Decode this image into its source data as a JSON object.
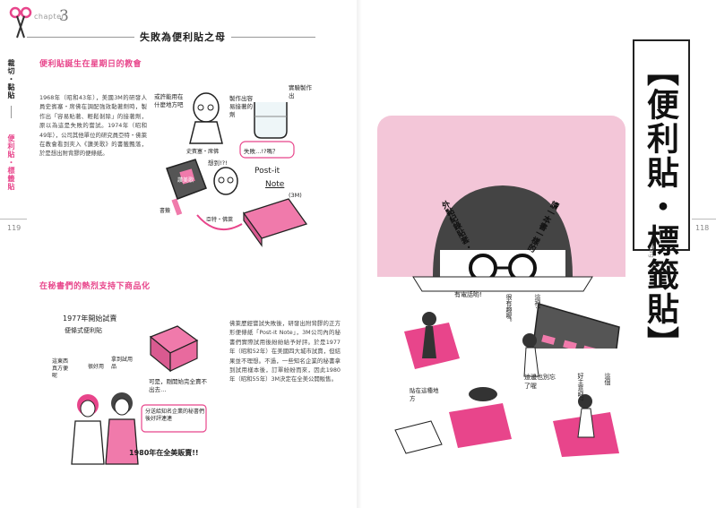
{
  "colors": {
    "accent": "#e8458b",
    "pink_light": "#f3c6d8",
    "pink_mid": "#f07aab",
    "text": "#333333"
  },
  "chapter": {
    "word": "chapter",
    "number": "3"
  },
  "heading": "失敗為便利貼之母",
  "left_side_tab": {
    "black": "裁切・黏貼",
    "pink": "便利貼・標籤貼"
  },
  "page_numbers": {
    "left": "119",
    "right": "118"
  },
  "section1": {
    "title": "便利貼誕生在星期日的教會",
    "body": "1968年（昭和43年），美國3M的研發人員史賓塞・席佛在調配強效黏著劑時，製作出「容易貼著、輕鬆剝除」的接著劑，原以為這是失敗的嘗試。1974年（昭和49年），公司其他單位的研究員亞特・佛萊在教會看到夾入《讚美歌》的書籤飄落，於是想出附背膠的便條紙。",
    "ill": {
      "maybe": "或許能用在什麼地方吧",
      "made": "製作出容易接著的劑",
      "made_by": "實驗製作出",
      "failure": "失敗…!?嗎？",
      "spencer": "史賓塞・席佛",
      "art": "亞特・佛萊",
      "idea": "想到!?!",
      "bookmark": "書籤",
      "hymn": "讚美歌",
      "postit": "Post-it",
      "note": "Note",
      "tm": "(3M)"
    }
  },
  "section2": {
    "title": "在秘書們的熱烈支持下商品化",
    "body": "佛萊歷經嘗試失敗後，研發出附背膠的正方形便條紙「Post-it Note」，3M公司內的秘書們實際試用後紛紛給予好評。於是1977年（昭和52年）在美國四大城市試賣，但結果並不理想。不過，一些知名企業的秘書拿到試用樣本後，訂單紛紛而來，因此1980年（昭和55年）3M決定在全美公開販售。",
    "ill": {
      "trial": "1977年開始試賣",
      "product": "便條式便利貼",
      "no_sales": "可是，剛開始完全賣不出去…",
      "convenient": "這東西真方便呢",
      "very_good": "很好用",
      "samples": "拿到試用品",
      "praise": "分送給知名企業的秘書們後好評連連",
      "nationwide": "1980年在全美販賣!!"
    }
  },
  "right_title": {
    "main": "【便利貼・標籤貼】",
    "dots": "……",
    "en": "Tag"
  },
  "right_ill": {
    "left_phrase": "外黏紀錄貼套・",
    "right_phrase": "讀一本書一樣的",
    "phone": "有電話喲!",
    "interesting": "很有趣喔。",
    "here": "這裡!",
    "also_here": "這邊也別忘了喔",
    "floor": "貼在這種地方",
    "idea2": "好主意吧?",
    "here2": "這個"
  }
}
